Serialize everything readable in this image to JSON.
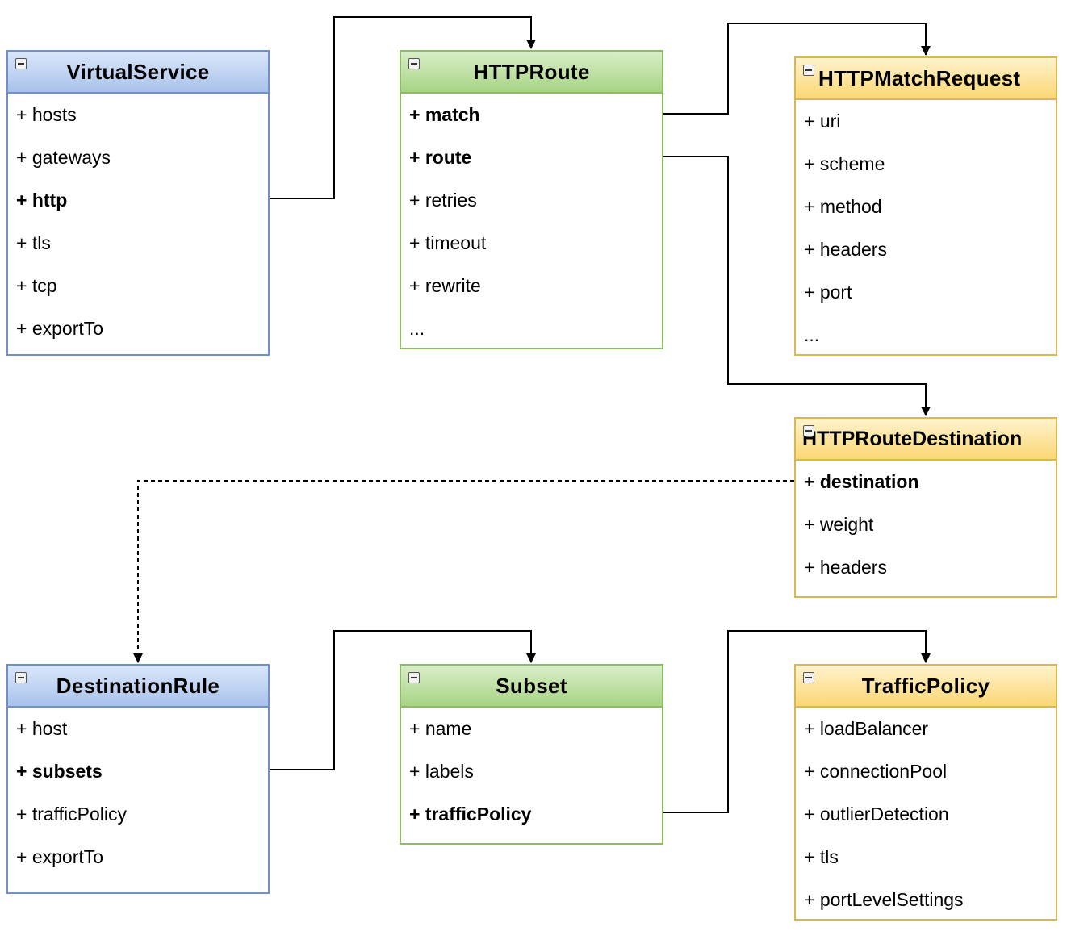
{
  "classes": [
    {
      "name": "VirtualService",
      "color": "blue",
      "attributes": [
        {
          "label": "+ hosts",
          "bold": false
        },
        {
          "label": "+ gateways",
          "bold": false
        },
        {
          "label": "+ http",
          "bold": true
        },
        {
          "label": "+ tls",
          "bold": false
        },
        {
          "label": "+ tcp",
          "bold": false
        },
        {
          "label": "+ exportTo",
          "bold": false
        }
      ]
    },
    {
      "name": "HTTPRoute",
      "color": "green",
      "attributes": [
        {
          "label": "+ match",
          "bold": true
        },
        {
          "label": "+ route",
          "bold": true
        },
        {
          "label": "+ retries",
          "bold": false
        },
        {
          "label": "+ timeout",
          "bold": false
        },
        {
          "label": "+ rewrite",
          "bold": false
        },
        {
          "label": "...",
          "bold": false
        }
      ]
    },
    {
      "name": "HTTPMatchRequest",
      "color": "yellow",
      "attributes": [
        {
          "label": "+ uri",
          "bold": false
        },
        {
          "label": "+ scheme",
          "bold": false
        },
        {
          "label": "+ method",
          "bold": false
        },
        {
          "label": "+ headers",
          "bold": false
        },
        {
          "label": "+ port",
          "bold": false
        },
        {
          "label": "...",
          "bold": false
        }
      ]
    },
    {
      "name": "HTTPRouteDestination",
      "color": "yellow",
      "attributes": [
        {
          "label": "+ destination",
          "bold": true
        },
        {
          "label": "+ weight",
          "bold": false
        },
        {
          "label": "+ headers",
          "bold": false
        }
      ]
    },
    {
      "name": "DestinationRule",
      "color": "blue",
      "attributes": [
        {
          "label": "+ host",
          "bold": false
        },
        {
          "label": "+ subsets",
          "bold": true
        },
        {
          "label": "+ trafficPolicy",
          "bold": false
        },
        {
          "label": "+ exportTo",
          "bold": false
        }
      ]
    },
    {
      "name": "Subset",
      "color": "green",
      "attributes": [
        {
          "label": "+ name",
          "bold": false
        },
        {
          "label": "+ labels",
          "bold": false
        },
        {
          "label": "+ trafficPolicy",
          "bold": true
        }
      ]
    },
    {
      "name": "TrafficPolicy",
      "color": "yellow",
      "attributes": [
        {
          "label": "+ loadBalancer",
          "bold": false
        },
        {
          "label": "+ connectionPool",
          "bold": false
        },
        {
          "label": "+ outlierDetection",
          "bold": false
        },
        {
          "label": "+ tls",
          "bold": false
        },
        {
          "label": "+ portLevelSettings",
          "bold": false
        }
      ]
    }
  ],
  "connections": [
    {
      "from": "VirtualService.http",
      "to": "HTTPRoute",
      "style": "solid"
    },
    {
      "from": "HTTPRoute.match",
      "to": "HTTPMatchRequest",
      "style": "solid"
    },
    {
      "from": "HTTPRoute.route",
      "to": "HTTPRouteDestination",
      "style": "solid"
    },
    {
      "from": "HTTPRouteDestination.destination",
      "to": "DestinationRule",
      "style": "dashed"
    },
    {
      "from": "DestinationRule.subsets",
      "to": "Subset",
      "style": "solid"
    },
    {
      "from": "Subset.trafficPolicy",
      "to": "TrafficPolicy",
      "style": "solid"
    }
  ]
}
